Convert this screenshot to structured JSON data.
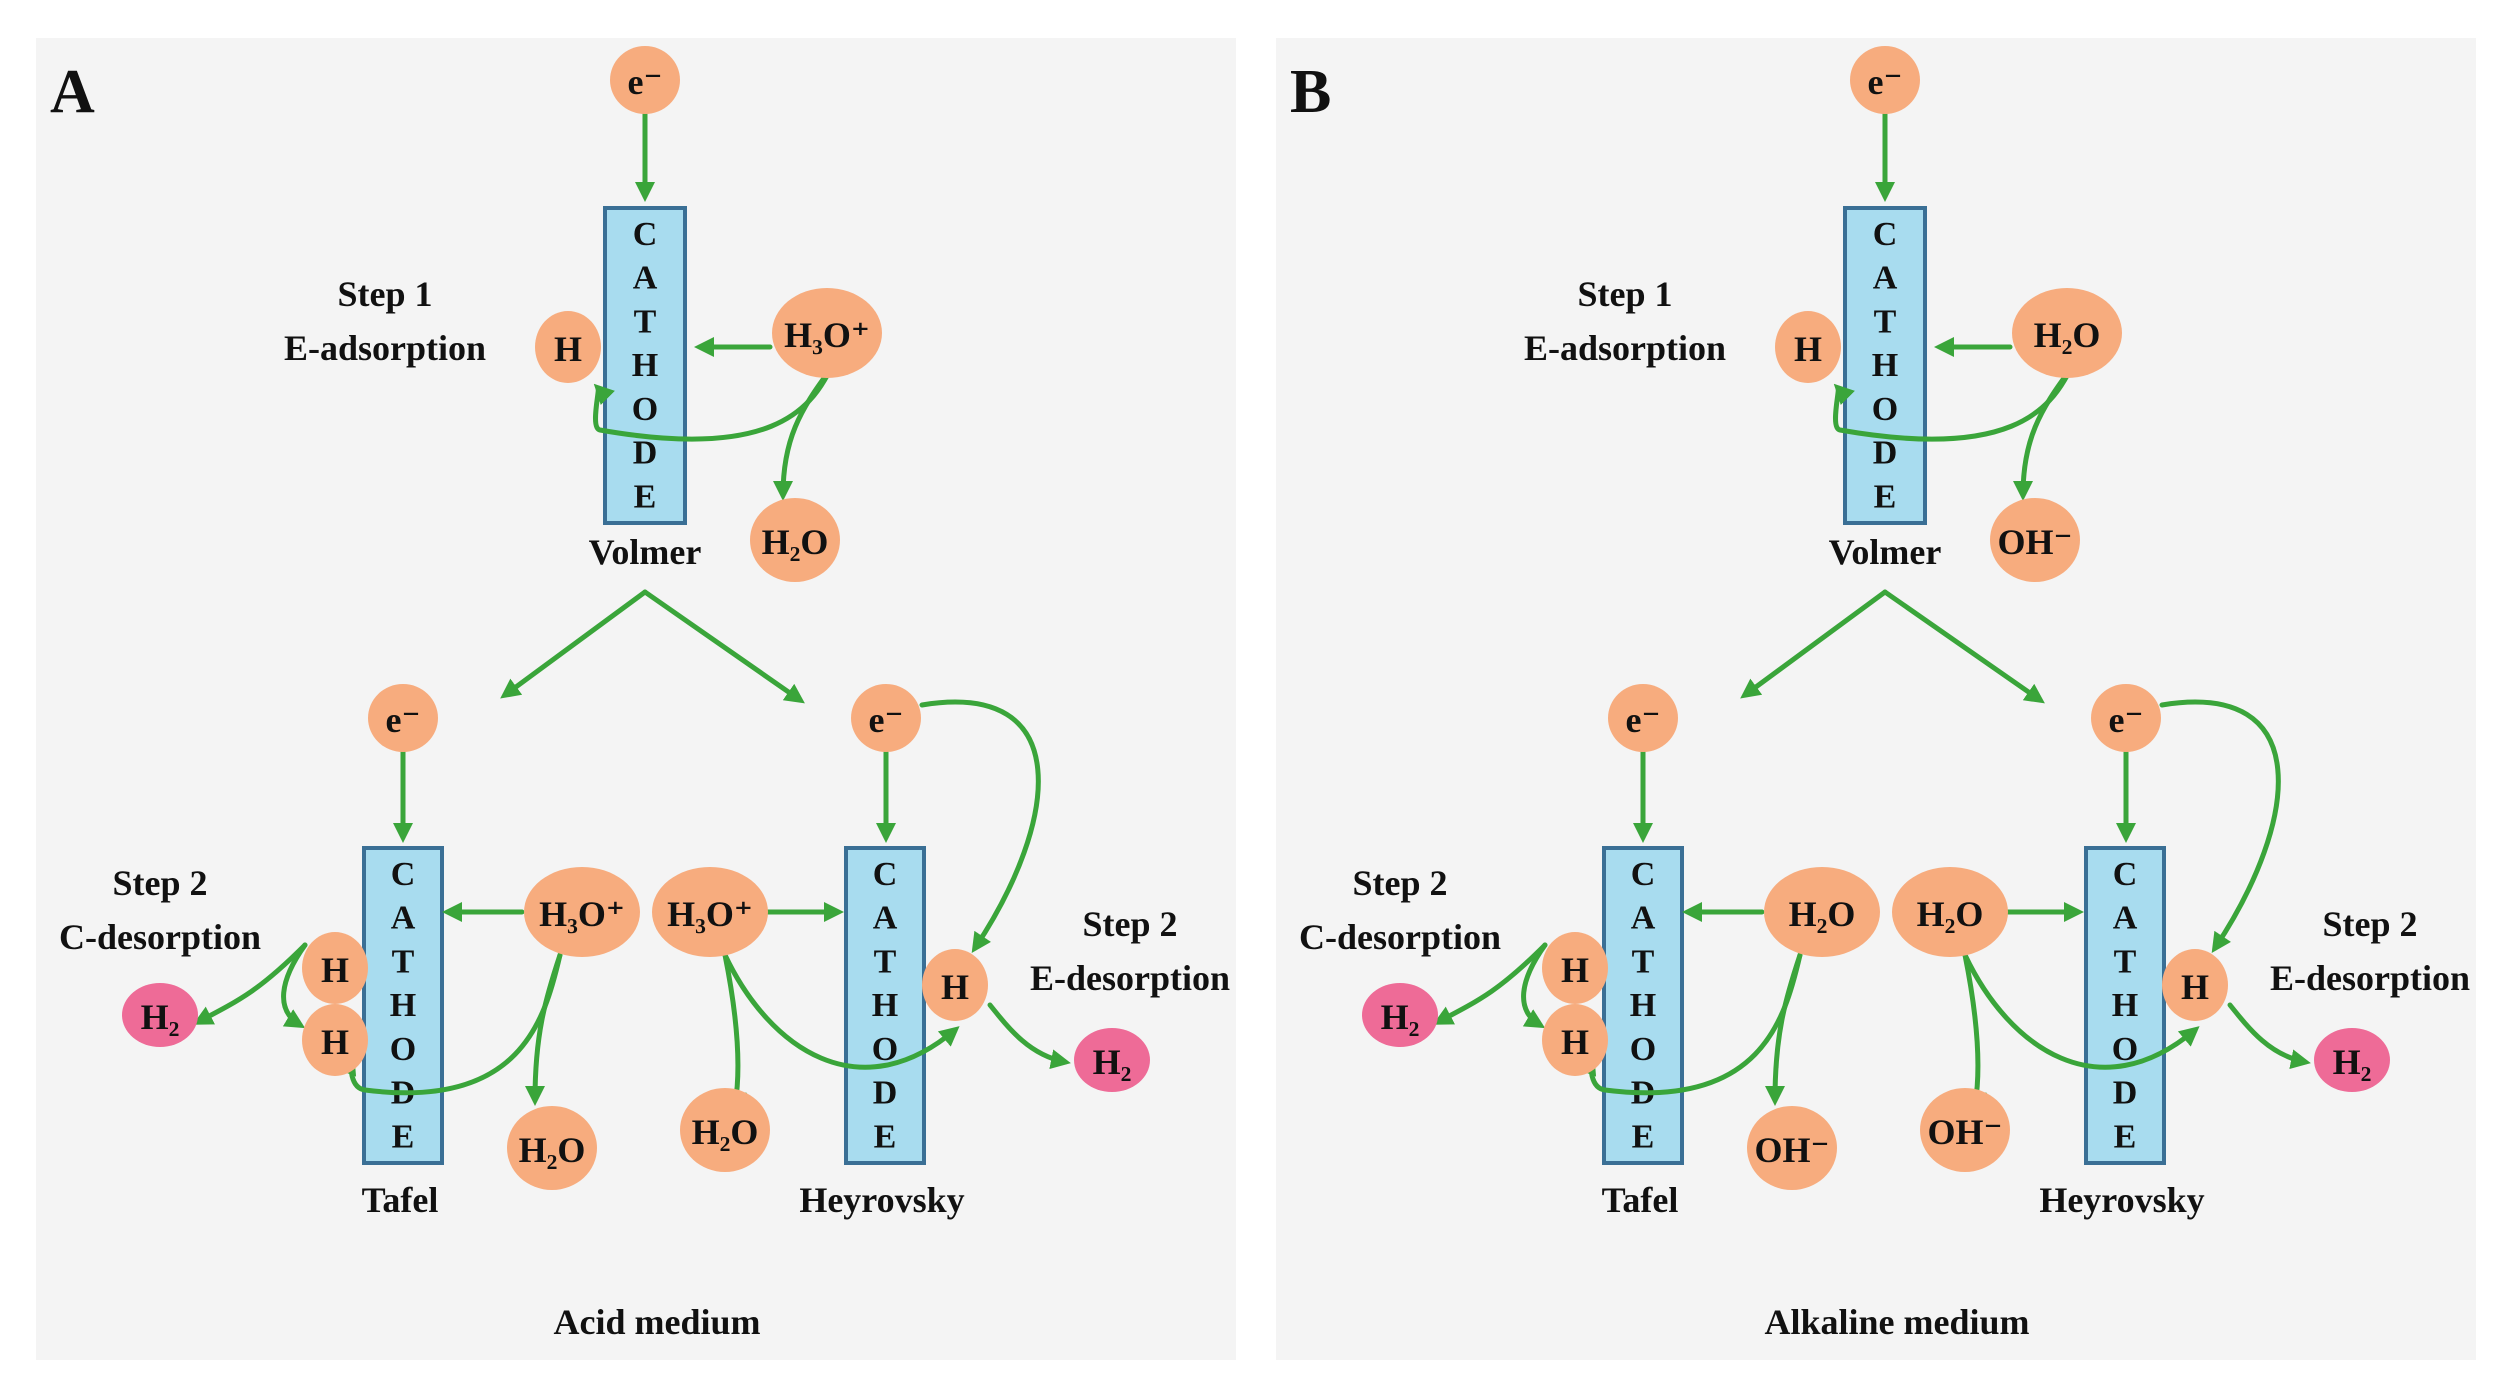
{
  "colors": {
    "panel_background": "#f4f4f4",
    "cathode_fill": "#a8dcef",
    "cathode_stroke": "#3a6f95",
    "bubble_fill": "#f7ac7e",
    "h2_fill": "#ee6b97",
    "arrow": "#3aa53a"
  },
  "icons": {
    "arrow": "arrow-icon",
    "cathode": "cathode-electrode-icon",
    "species": "species-bubble-icon"
  },
  "labels": {
    "cathode_letters": [
      "C",
      "A",
      "T",
      "H",
      "O",
      "D",
      "E"
    ],
    "electron": "e⁻",
    "hydrogen": "H",
    "hydronium": "H₃O⁺",
    "water": "H₂O",
    "hydroxide": "OH⁻",
    "hydrogen_gas": "H₂",
    "step1": "Step 1",
    "step2": "Step 2",
    "e_adsorption": "E-adsorption",
    "c_desorption": "C-desorption",
    "e_desorption": "E-desorption",
    "volmer": "Volmer",
    "tafel": "Tafel",
    "heyrovsky": "Heyrovsky"
  },
  "panels": [
    {
      "letter": "A",
      "medium": "Acid medium"
    },
    {
      "letter": "B",
      "medium": "Alkaline medium"
    }
  ]
}
